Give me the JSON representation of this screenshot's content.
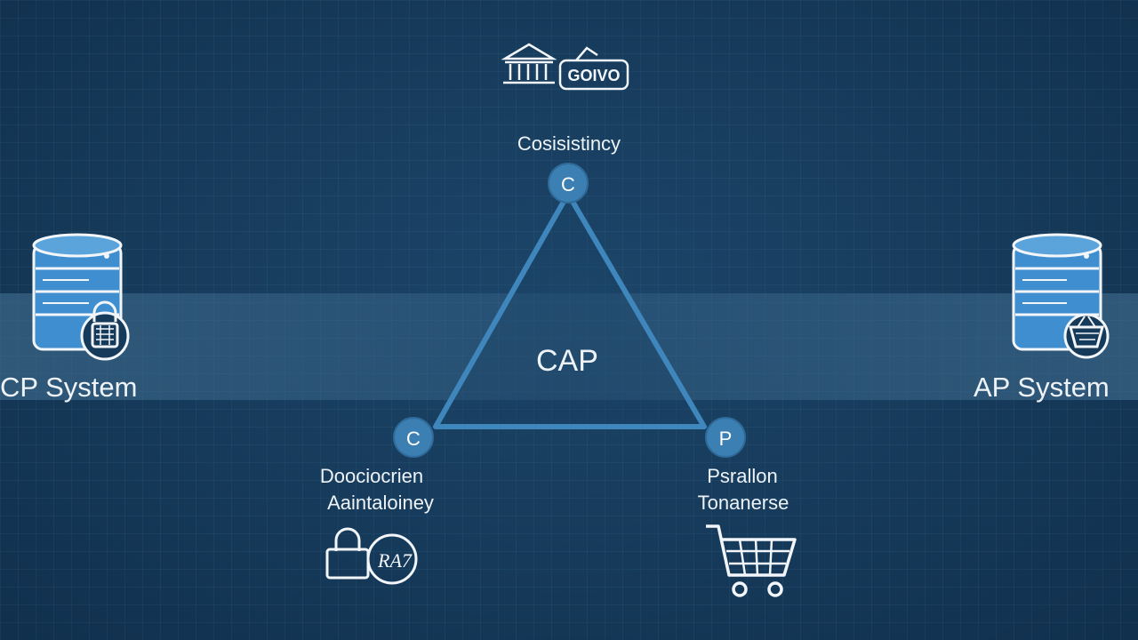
{
  "top_icons": {
    "badge_text": "GOIVO",
    "building_text": "IIII"
  },
  "consistency": {
    "label": "Cosisistincy",
    "vertex_letter": "C"
  },
  "center": {
    "label": "CAP"
  },
  "left_vertex": {
    "letter": "C",
    "label_line1": "Doociocrien",
    "label_line2": "Aaintaloiney",
    "icon_text": "RA7"
  },
  "right_vertex": {
    "letter": "P",
    "label_line1": "Psrallon",
    "label_line2": "Tonanerse"
  },
  "cp_system": {
    "label": "CP System"
  },
  "ap_system": {
    "label": "AP System"
  },
  "colors": {
    "line": "#3f86bd",
    "node": "#3b7fb3",
    "text": "#eef3f8",
    "icon_stroke": "#f2f6fa",
    "db_blue": "#3f8fd0"
  }
}
